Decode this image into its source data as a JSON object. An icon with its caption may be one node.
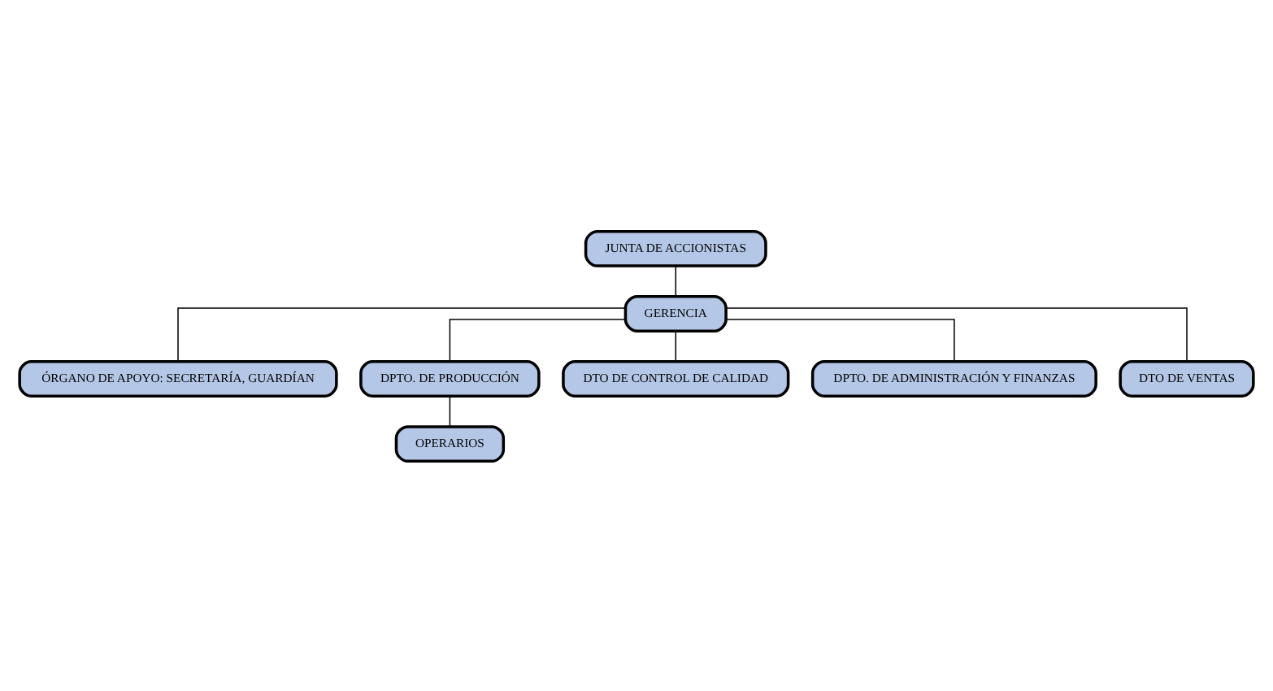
{
  "diagram": {
    "nodes": [
      {
        "text": [
          "JUNTA DE ACCIONISTAS"
        ]
      },
      {
        "text": [
          "GERENCIA"
        ]
      },
      {
        "text": [
          "ÓRGANO DE APOYO: SECRETARÍA, GUARDÍAN"
        ]
      },
      {
        "text": [
          "DPTO. DE PRODUCCIÓN"
        ]
      },
      {
        "text": [
          "DTO DE CONTROL DE CALIDAD"
        ]
      },
      {
        "text": [
          "DPTO. DE ADMINISTRACIÓN Y FINANZAS"
        ]
      },
      {
        "text": [
          "DTO DE VENTAS"
        ]
      },
      {
        "text": [
          "OPERARIOS"
        ]
      }
    ],
    "edges": [
      {
        "from": 0,
        "to": 1,
        "arrow": "none"
      },
      {
        "from": 1,
        "to": 2,
        "arrow": "none"
      },
      {
        "from": 1,
        "to": 3,
        "arrow": "none"
      },
      {
        "from": 1,
        "to": 4,
        "arrow": "none"
      },
      {
        "from": 1,
        "to": 5,
        "arrow": "none"
      },
      {
        "from": 1,
        "to": 6,
        "arrow": "none"
      },
      {
        "from": 3,
        "to": 7,
        "arrow": "none"
      }
    ]
  }
}
